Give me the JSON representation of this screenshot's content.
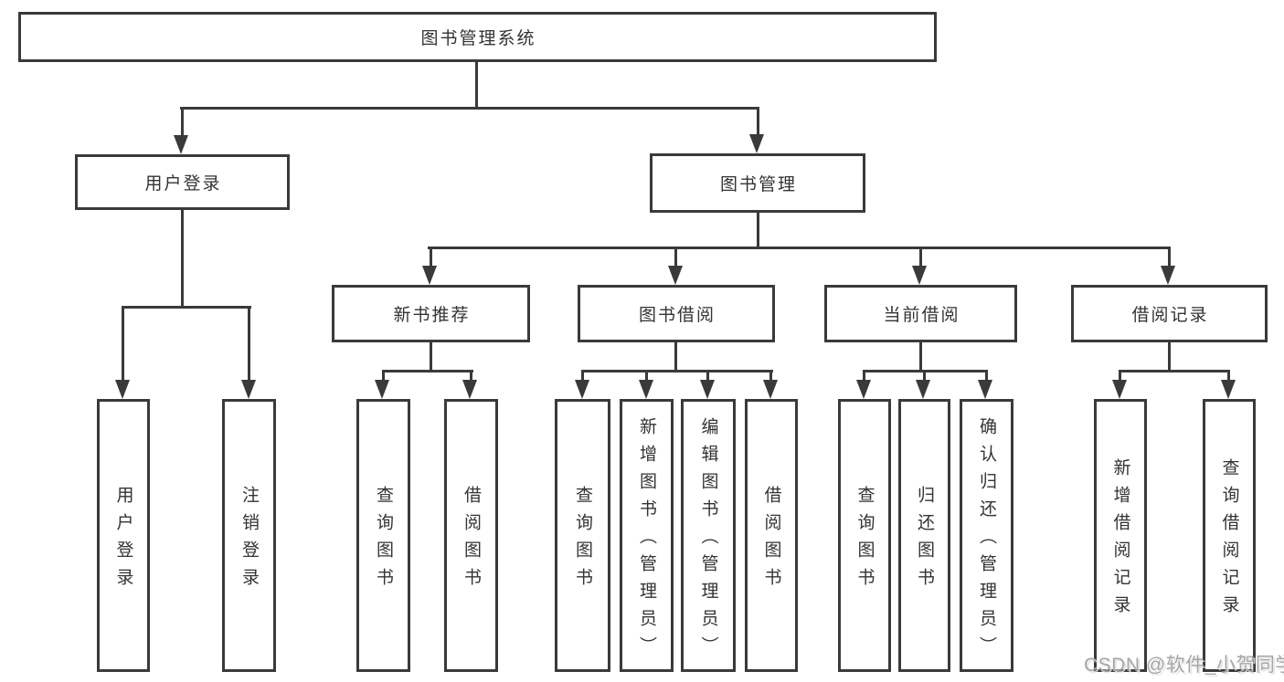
{
  "tree": {
    "root": "图书管理系统",
    "children": [
      {
        "label": "用户登录",
        "children": [
          {
            "label": "用户登录"
          },
          {
            "label": "注销登录"
          }
        ]
      },
      {
        "label": "图书管理",
        "children": [
          {
            "label": "新书推荐",
            "children": [
              {
                "label": "查询图书"
              },
              {
                "label": "借阅图书"
              }
            ]
          },
          {
            "label": "图书借阅",
            "children": [
              {
                "label": "查询图书"
              },
              {
                "label": "新增图书（管理员）"
              },
              {
                "label": "编辑图书（管理员）"
              },
              {
                "label": "借阅图书"
              }
            ]
          },
          {
            "label": "当前借阅",
            "children": [
              {
                "label": "查询图书"
              },
              {
                "label": "归还图书"
              },
              {
                "label": "确认归还（管理员）"
              }
            ]
          },
          {
            "label": "借阅记录",
            "children": [
              {
                "label": "新增借阅记录"
              },
              {
                "label": "查询借阅记录"
              }
            ]
          }
        ]
      }
    ]
  },
  "watermark": {
    "text": "CSDN @软件_小贺同学"
  },
  "colors": {
    "line": "#3a3a3a",
    "text": "#333333",
    "background": "#ffffff",
    "watermark": "#a6a6a6"
  }
}
